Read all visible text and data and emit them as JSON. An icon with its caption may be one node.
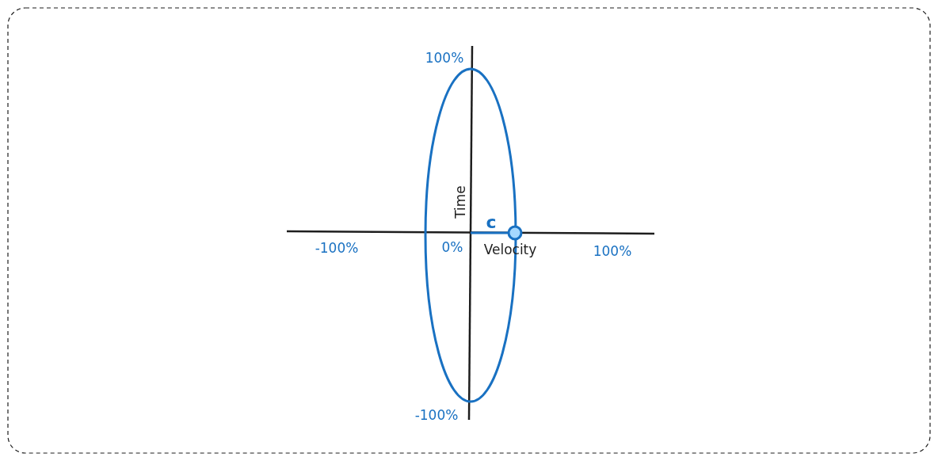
{
  "diagram": {
    "labels": [
      "100%",
      "Time",
      "c",
      "-100%",
      "0%",
      "Velocity",
      "100%",
      "-100%"
    ]
  }
}
